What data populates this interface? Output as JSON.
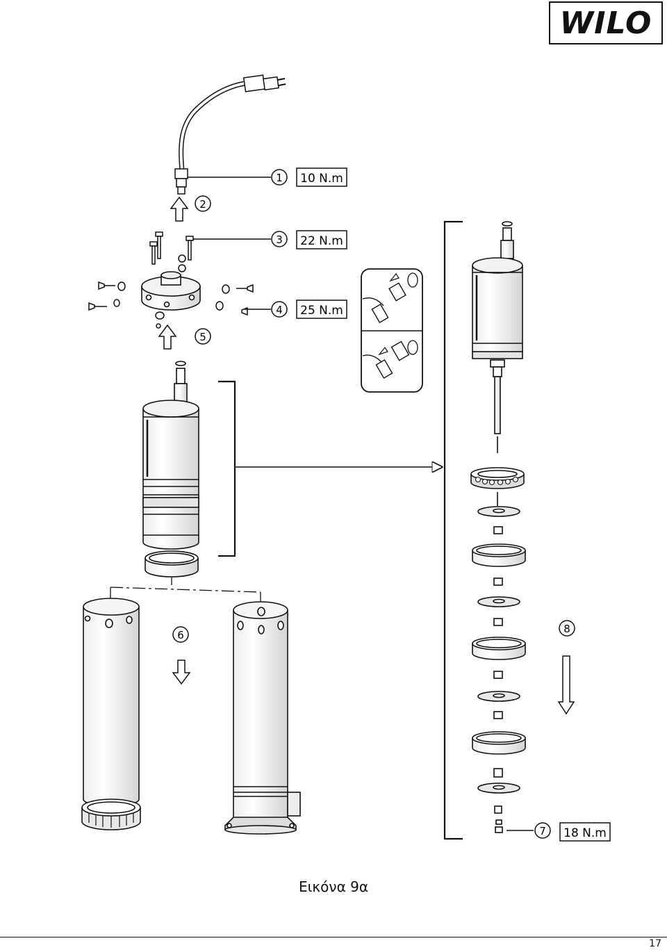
{
  "brand": {
    "logo_text": "WILO"
  },
  "callouts": [
    {
      "num": "1",
      "torque": "10 N.m"
    },
    {
      "num": "2",
      "torque": ""
    },
    {
      "num": "3",
      "torque": "22 N.m"
    },
    {
      "num": "4",
      "torque": "25 N.m"
    },
    {
      "num": "5",
      "torque": ""
    },
    {
      "num": "6",
      "torque": ""
    },
    {
      "num": "7",
      "torque": "18 N.m"
    },
    {
      "num": "8",
      "torque": ""
    }
  ],
  "caption": "Εικόνα 9α",
  "page_number": "17",
  "colors": {
    "ink": "#111111",
    "paper": "#ffffff",
    "shade": "#d9d9d9"
  }
}
